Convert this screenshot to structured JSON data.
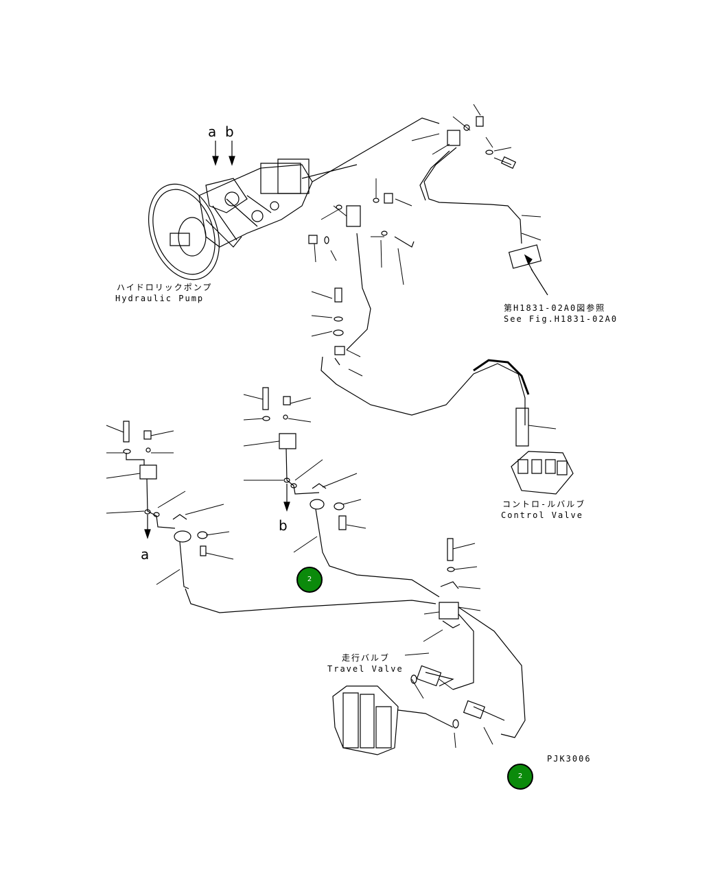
{
  "pump": {
    "label_jp": "ハイドロリックポンプ",
    "label_en": "Hydraulic Pump"
  },
  "reference": {
    "label_jp": "第H1831-02A0図参照",
    "label_en": "See Fig.H1831-02A0"
  },
  "control_valve": {
    "label_jp": "コントロ-ルバルブ",
    "label_en": "Control Valve"
  },
  "travel_valve": {
    "label_jp": "走行バルブ",
    "label_en": "Travel Valve"
  },
  "ports": {
    "a_top": "a",
    "b_top": "b",
    "a_left": "a",
    "b_mid": "b"
  },
  "figure_code": "PJK3006",
  "badges": [
    {
      "text": "2"
    },
    {
      "text": "2"
    }
  ],
  "colors": {
    "badge_fill": "#0b8a0b",
    "line": "#000000"
  }
}
